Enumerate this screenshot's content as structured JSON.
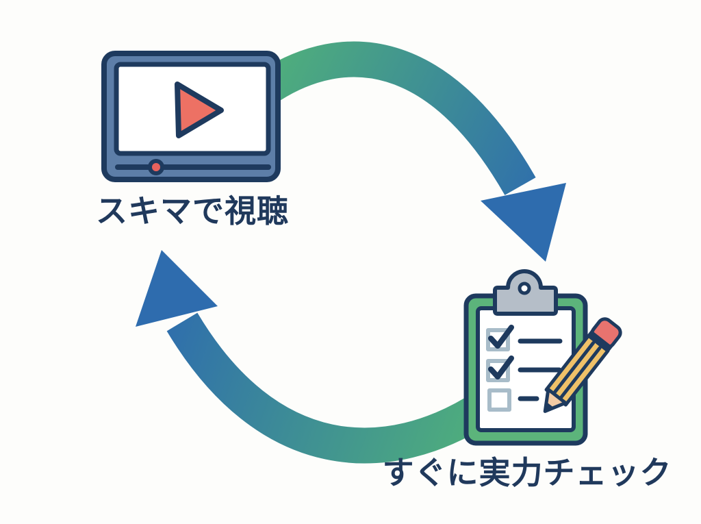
{
  "diagram": {
    "type": "cycle",
    "nodes": [
      {
        "id": "watch",
        "label": "スキマで視聴",
        "icon": "video-player-icon"
      },
      {
        "id": "check",
        "label": "すぐに実力チェック",
        "icon": "clipboard-checklist-icon"
      }
    ],
    "edges": [
      {
        "from": "watch",
        "to": "check",
        "style": "curved-arrow",
        "gradient": [
          "#4fae7c",
          "#2e6cae"
        ]
      },
      {
        "from": "check",
        "to": "watch",
        "style": "curved-arrow",
        "gradient": [
          "#4fae7c",
          "#2e6cae"
        ]
      }
    ],
    "checklist": {
      "items_checked": 2,
      "items_unchecked": 1
    }
  },
  "colors": {
    "navy": "#1e3a5e",
    "steelBlue": "#5d7ea8",
    "white": "#ffffff",
    "playRed": "#ed7164",
    "knobRed": "#e8625d",
    "arrowGreen": "#4fae7c",
    "arrowTeal": "#3e8e95",
    "arrowBlue": "#2e6cae",
    "clipGreen": "#5cb47b",
    "clipGray": "#b5bec8",
    "checkboxGray": "#a8bcc9",
    "pencilYellow": "#efc169",
    "pencilWood": "#f3cba4",
    "eraserRed": "#e8736f",
    "textNavy": "#20395c",
    "background": "#fdfdfb"
  }
}
